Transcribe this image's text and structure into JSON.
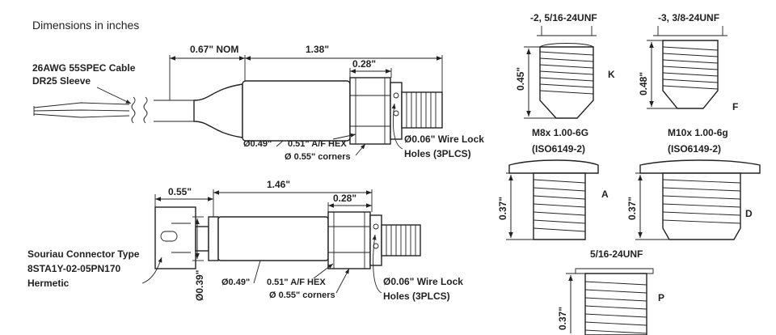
{
  "title": "Dimensions in inches",
  "top": {
    "cable_label": [
      "26AWG 55SPEC Cable",
      "DR25 Sleeve"
    ],
    "dim_nom": "0.67\" NOM",
    "dim_138": "1.38\"",
    "dim_028": "0.28\"",
    "dim_049": "Ø0.49\"",
    "dim_hex": "0.51\" A/F HEX",
    "dim_corners": "Ø 0.55\" corners",
    "wire_lock": [
      "Ø0.06\" Wire Lock",
      "Holes (3PLCS)"
    ]
  },
  "bottom": {
    "dim_055": "0.55\"",
    "dim_146": "1.46\"",
    "dim_028": "0.28\"",
    "dim_039": "Ø0.39\"",
    "dim_049": "Ø0.49\"",
    "dim_hex": "0.51\" A/F HEX",
    "dim_corners": "Ø 0.55\" corners",
    "wire_lock": [
      "Ø0.06\" Wire Lock",
      "Holes (3PLCS)"
    ],
    "connector_label": [
      "Souriau Connector Type",
      "8STA1Y-02-05PN170",
      "Hermetic"
    ]
  },
  "fittings": {
    "k": {
      "thread": "-2, 5/16-24UNF",
      "dim": "0.45\"",
      "letter": "K"
    },
    "f": {
      "thread": "-3, 3/8-24UNF",
      "dim": "0.48\"",
      "letter": "F"
    },
    "a": {
      "thread": [
        "M8x 1.00-6G",
        "(ISO6149-2)"
      ],
      "dim": "0.37\"",
      "letter": "A"
    },
    "d": {
      "thread": [
        "M10x 1.00-6g",
        "(ISO6149-2)"
      ],
      "dim": "0.37\"",
      "letter": "D"
    },
    "p": {
      "thread": "5/16-24UNF",
      "dim": "0.37\"",
      "letter": "P"
    }
  }
}
